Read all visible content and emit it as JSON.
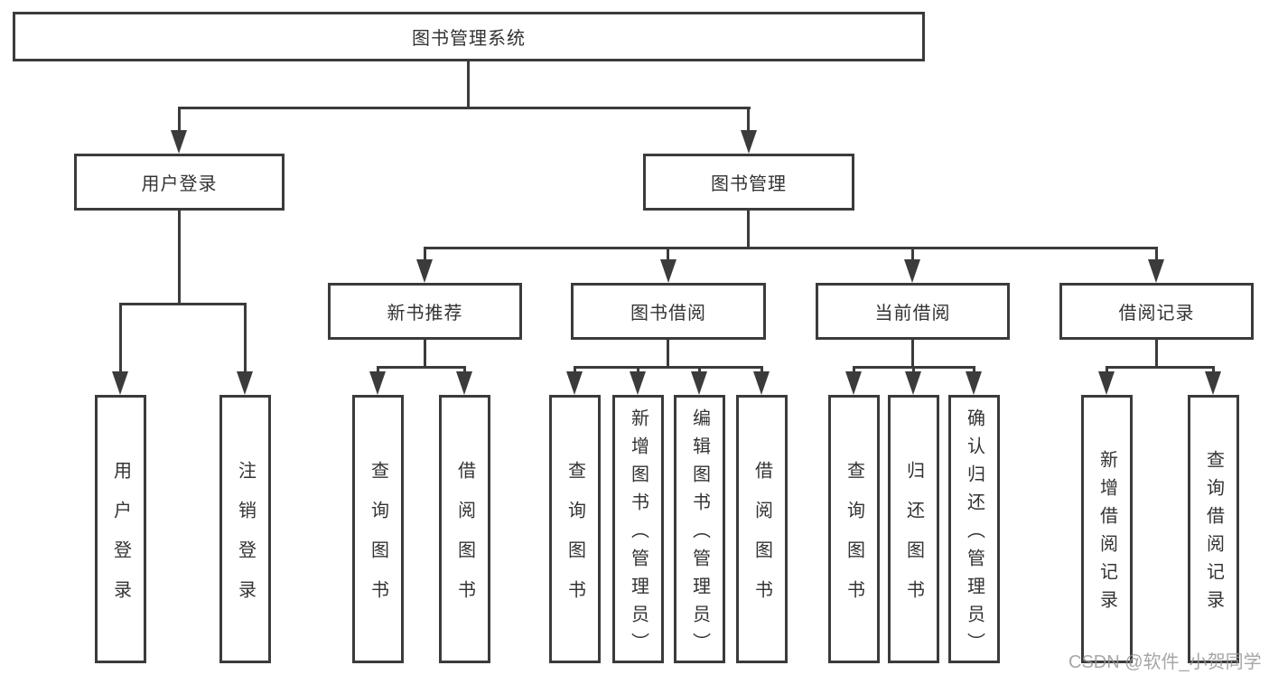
{
  "diagram": {
    "type": "tree",
    "description_note": "functional structure tree with box nodes connected by arrowed lines"
  },
  "nodes": {
    "root": "图书管理系统",
    "user_login": "用户登录",
    "book_mgmt": "图书管理",
    "new_book_rec": "新书推荐",
    "book_borrow": "图书借阅",
    "current_borrow": "当前借阅",
    "borrow_records": "借阅记录",
    "ul_user_login": "用户登录",
    "ul_logout": "注销登录",
    "nbr_query_book": "查询图书",
    "nbr_borrow_book": "借阅图书",
    "bb_query_book": "查询图书",
    "bb_add_book": "新增图书（管理员）",
    "bb_edit_book": "编辑图书（管理员）",
    "bb_borrow_book": "借阅图书",
    "cb_query_book": "查询图书",
    "cb_return_book": "归还图书",
    "cb_confirm_return": "确认归还（管理员）",
    "br_add_record": "新增借阅记录",
    "br_query_record": "查询借阅记录"
  },
  "hierarchy": [
    {
      "parent": "图书管理系统",
      "children": [
        "用户登录",
        "图书管理"
      ]
    },
    {
      "parent": "用户登录",
      "children": [
        "用户登录",
        "注销登录"
      ]
    },
    {
      "parent": "图书管理",
      "children": [
        "新书推荐",
        "图书借阅",
        "当前借阅",
        "借阅记录"
      ]
    },
    {
      "parent": "新书推荐",
      "children": [
        "查询图书",
        "借阅图书"
      ]
    },
    {
      "parent": "图书借阅",
      "children": [
        "查询图书",
        "新增图书（管理员）",
        "编辑图书（管理员）",
        "借阅图书"
      ]
    },
    {
      "parent": "当前借阅",
      "children": [
        "查询图书",
        "归还图书",
        "确认归还（管理员）"
      ]
    },
    {
      "parent": "借阅记录",
      "children": [
        "新增借阅记录",
        "查询借阅记录"
      ]
    }
  ],
  "watermark": {
    "text": "CSDN @软件_小贺同学"
  },
  "colors": {
    "background": "#ffffff",
    "line": "#3b3b3b",
    "box_border": "#3b3b3b",
    "text": "#333333",
    "watermark": "#969696"
  }
}
